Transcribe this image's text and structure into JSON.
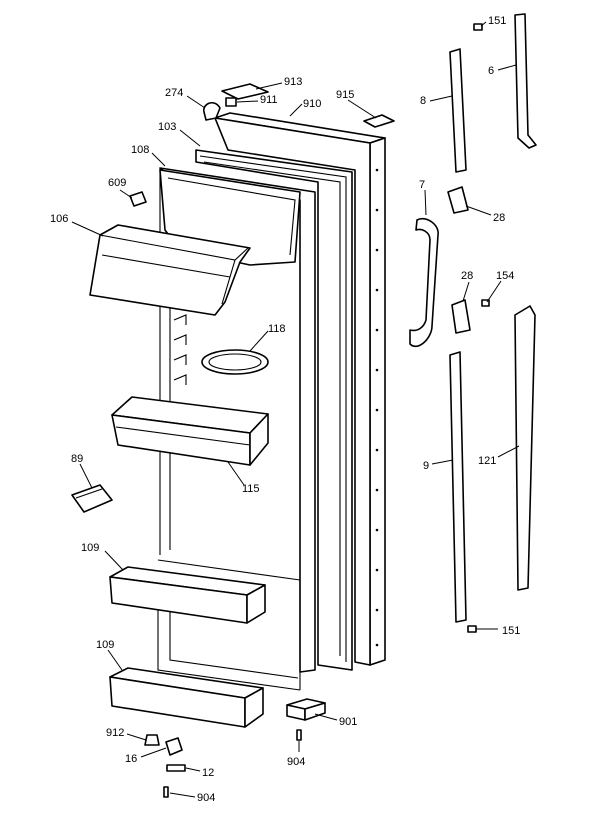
{
  "labels": {
    "p151_top": "151",
    "p6": "6",
    "p913": "913",
    "p274": "274",
    "p911": "911",
    "p910": "910",
    "p915": "915",
    "p8": "8",
    "p103": "103",
    "p108": "108",
    "p609": "609",
    "p7": "7",
    "p28_a": "28",
    "p106": "106",
    "p28_b": "28",
    "p154": "154",
    "p118": "118",
    "p89": "89",
    "p115": "115",
    "p9": "9",
    "p121": "121",
    "p109_a": "109",
    "p151_bottom": "151",
    "p109_b": "109",
    "p901": "901",
    "p912": "912",
    "p16": "16",
    "p12": "12",
    "p904_a": "904",
    "p904_b": "904"
  }
}
